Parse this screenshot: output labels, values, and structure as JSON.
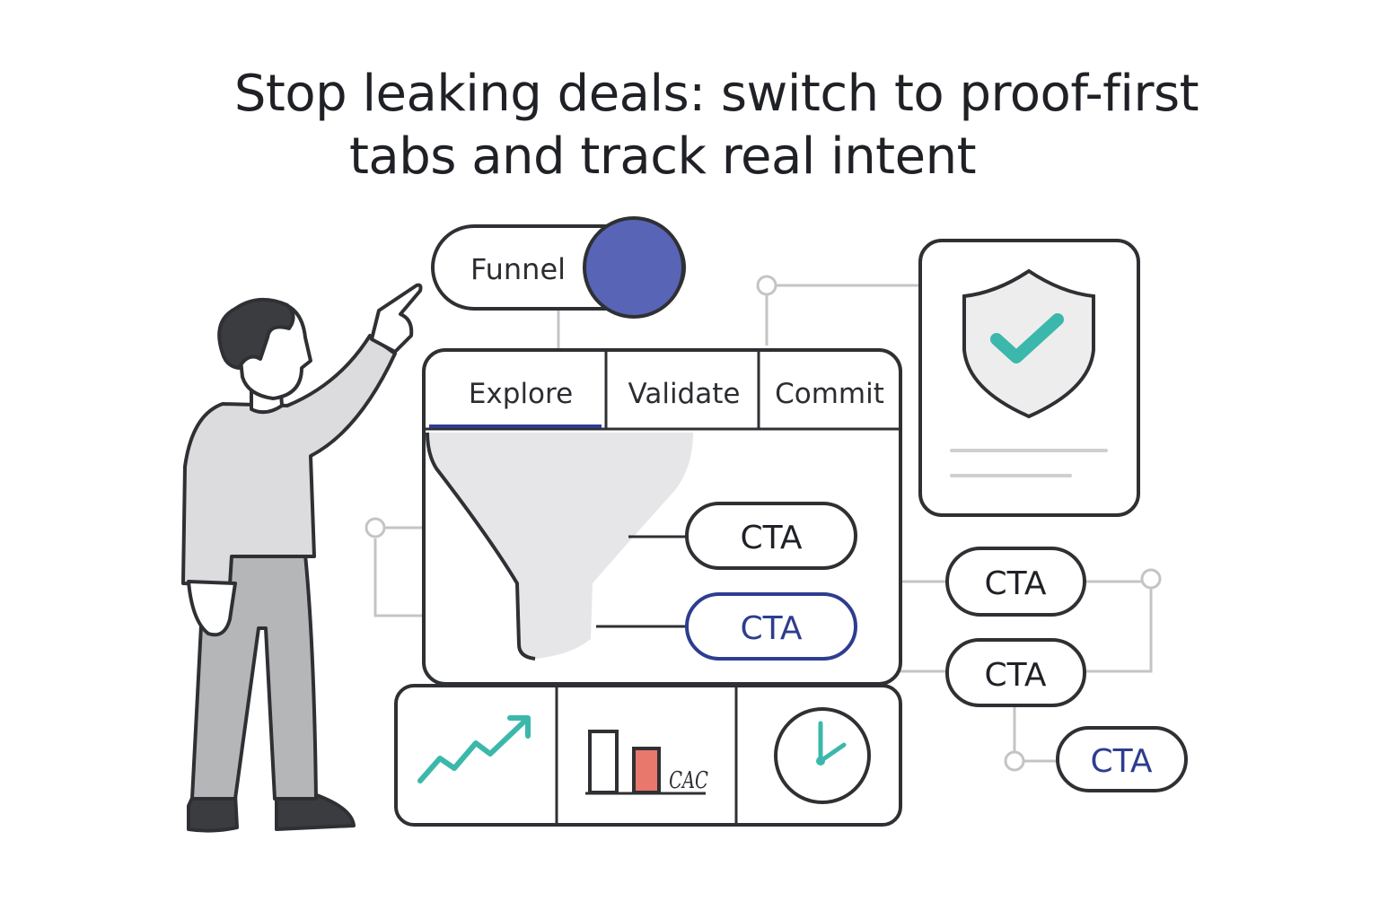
{
  "headline": {
    "line1": "Stop leaking deals: switch to proof-first",
    "line2": "tabs and track real intent"
  },
  "toggle": {
    "label": "Funnel",
    "state": "on"
  },
  "tabs": [
    {
      "label": "Explore",
      "active": true
    },
    {
      "label": "Validate",
      "active": false
    },
    {
      "label": "Commit",
      "active": false
    }
  ],
  "ctas": {
    "funnel_top": "CTA",
    "funnel_bottom": "CTA",
    "right_1": "CTA",
    "right_2": "CTA",
    "right_3": "CTA"
  },
  "metrics": {
    "bar_label": "CAC"
  },
  "icons": [
    "shield-check-icon",
    "trend-up-icon",
    "bar-chart-icon",
    "clock-icon",
    "pointing-person"
  ],
  "colors": {
    "accent": "#5864b6",
    "active_cta": "#2e3d8f",
    "teal": "#3bb8ab",
    "bar_red": "#e8776c",
    "outline": "#2f3033",
    "connector": "#c4c4c4",
    "funnel_fill": "#e6e6e8"
  }
}
